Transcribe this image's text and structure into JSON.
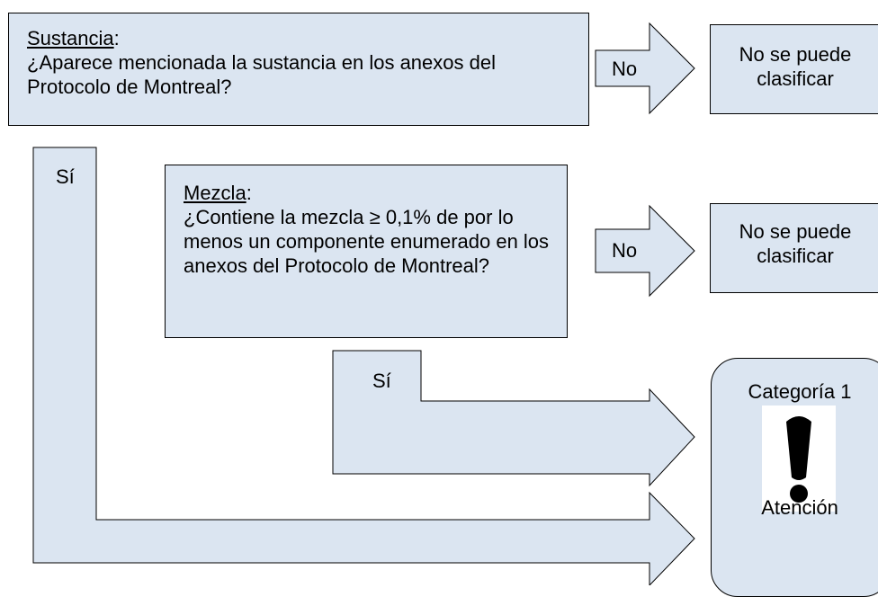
{
  "colors": {
    "fill": "#dbe5f1",
    "stroke": "#000000"
  },
  "substance_box": {
    "heading": "Sustancia",
    "colon": ":",
    "question": "¿Aparece mencionada la sustancia en los anexos del Protocolo de Montreal?"
  },
  "arrow_no_1": {
    "label": "No"
  },
  "result_1": {
    "text": "No se puede clasificar"
  },
  "arrow_si_left": {
    "label": "Sí"
  },
  "mixture_box": {
    "heading": "Mezcla",
    "colon": ":",
    "question": "¿Contiene la mezcla ≥ 0,1% de por lo menos un componente enumerado en los anexos del Protocolo de Montreal?"
  },
  "arrow_no_2": {
    "label": "No"
  },
  "result_2": {
    "text": "No se puede clasificar"
  },
  "arrow_si_mid": {
    "label": "Sí"
  },
  "category_box": {
    "title": "Categoría 1",
    "pictogram_icon": "exclamation-mark-icon",
    "signal_word": "Atención"
  }
}
